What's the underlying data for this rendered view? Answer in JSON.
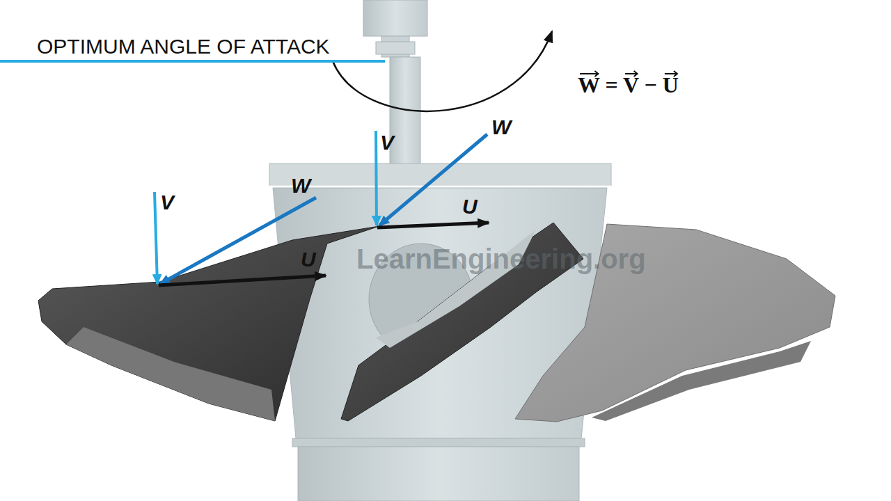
{
  "diagram": {
    "title": "OPTIMUM ANGLE OF ATTACK",
    "labels": [
      "W = V − U",
      "V",
      "W",
      "U",
      "V",
      "W",
      "U",
      "LearnEngineering.org"
    ]
  }
}
